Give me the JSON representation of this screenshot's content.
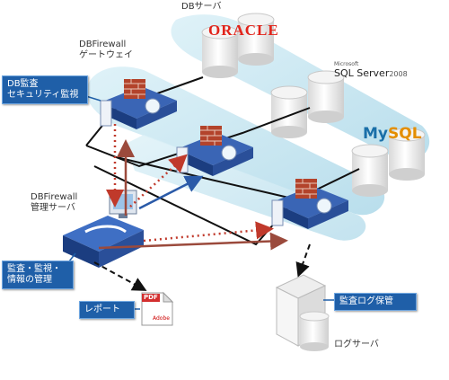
{
  "labels": {
    "db_server": "DBサーバ",
    "gateway_line1": "DBFirewall",
    "gateway_line2": "ゲートウェイ",
    "mgmt_line1": "DBFirewall",
    "mgmt_line2": "管理サーバ",
    "log_server": "ログサーバ"
  },
  "callouts": {
    "security_monitor_line1": "DB監査",
    "security_monitor_line2": "セキュリティ監視",
    "audit_mgmt_line1": "監査・監視・",
    "audit_mgmt_line2": "情報の管理",
    "report": "レポート",
    "log_storage": "監査ログ保管"
  },
  "brands": {
    "oracle": "ORACLE",
    "sqlserver_main": "SQL Server",
    "sqlserver_year": "2008",
    "sqlserver_prefix": "Microsoft",
    "mysql_my": "My",
    "mysql_sql": "SQL"
  },
  "pdf_badge": "PDF",
  "pdf_vendor": "Adobe",
  "colors": {
    "band": "#c9e7f2",
    "callout": "#1f5fa8",
    "oracle_red": "#e2231a",
    "mysql_blue": "#1a6fa8",
    "mysql_orange": "#e48e00",
    "brick": "#b3432b",
    "dotted_arrow": "#c0392b",
    "solid_arrow": "#9b4a3c"
  }
}
